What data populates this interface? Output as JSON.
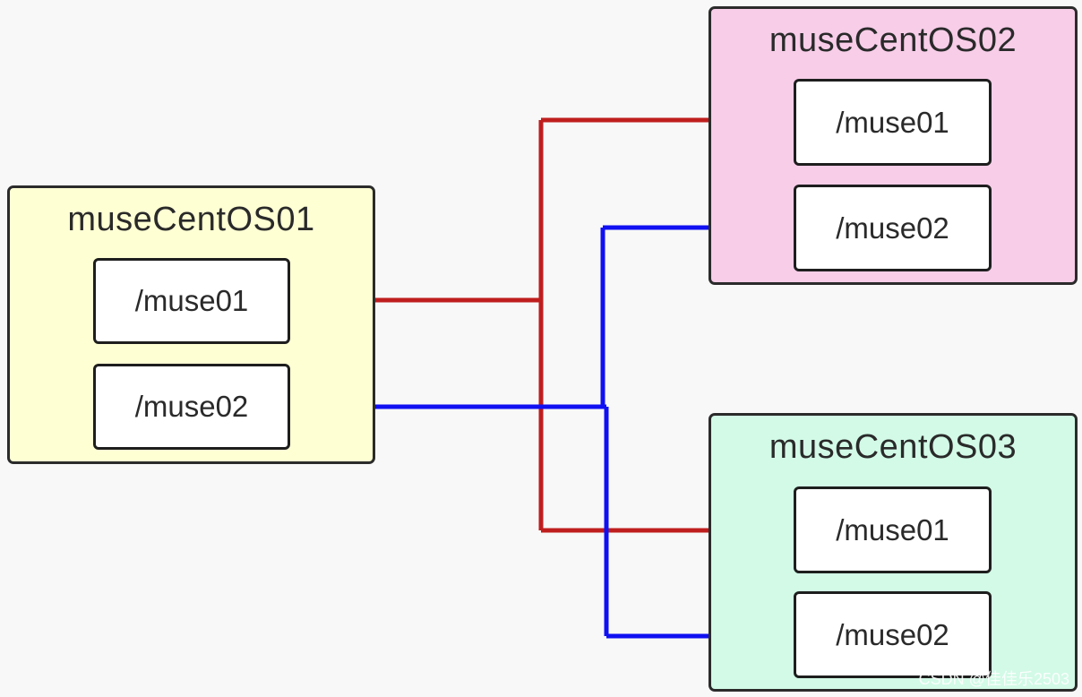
{
  "hosts": [
    {
      "id": "h1",
      "name": "museCentOS01",
      "color": "#ffffd4",
      "dirs": [
        "/muse01",
        "/muse02"
      ]
    },
    {
      "id": "h2",
      "name": "museCentOS02",
      "color": "#f7cde8",
      "dirs": [
        "/muse01",
        "/muse02"
      ]
    },
    {
      "id": "h3",
      "name": "museCentOS03",
      "color": "#d2fae7",
      "dirs": [
        "/muse01",
        "/muse02"
      ]
    }
  ],
  "links": {
    "muse01": {
      "color": "#bf1e1e"
    },
    "muse02": {
      "color": "#1010f2"
    }
  },
  "watermark": "CSDN @佳佳乐2503"
}
